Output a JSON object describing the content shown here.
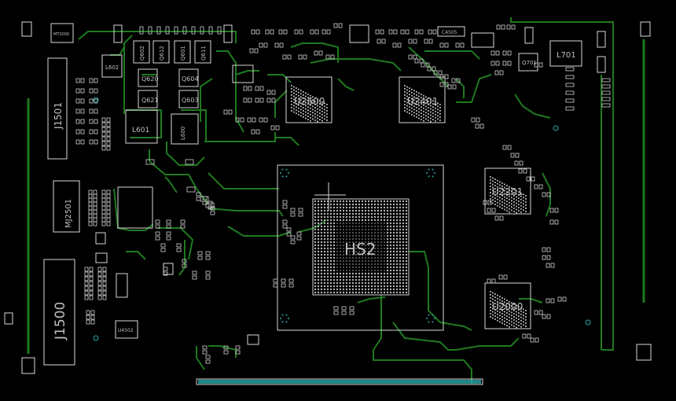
{
  "board": {
    "background": "#000000",
    "outline_color": "#d9d9d9",
    "trace_color": "#1f7a1f",
    "pad_color": "#2aa7a7"
  },
  "labels": {
    "hs2": "HS2",
    "u2600": "U2600",
    "u2401": "U2401",
    "u2201": "U2201",
    "u2000": "U2000",
    "j1500": "J1500",
    "j1501": "J1501",
    "mj2501": "MJ2501",
    "l701": "L701",
    "l602": "L602",
    "l601": "L601",
    "l600": "L600",
    "q602": "Q602",
    "q612": "Q612",
    "q601": "Q601",
    "q611": "Q611",
    "q620": "Q620",
    "q604": "Q604",
    "q621": "Q621",
    "q603": "Q603",
    "q701": "Q701",
    "u4502": "U4502",
    "c4505": "C4505",
    "mt2000": "MT2000"
  }
}
